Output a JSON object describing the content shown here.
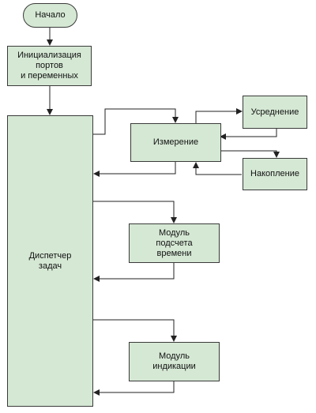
{
  "diagram": {
    "nodes": {
      "start": "Начало",
      "init": "Инициализация\nпортов\nи переменных",
      "dispatcher": "Диспетчер\nзадач",
      "measure": "Измерение",
      "averaging": "Усреднение",
      "accumulation": "Накопление",
      "timer": "Модуль\nподсчета\nвремени",
      "display": "Модуль\nиндикации"
    },
    "colors": {
      "node_fill": "#d5e8d4",
      "stroke": "#3a3a3a"
    }
  }
}
